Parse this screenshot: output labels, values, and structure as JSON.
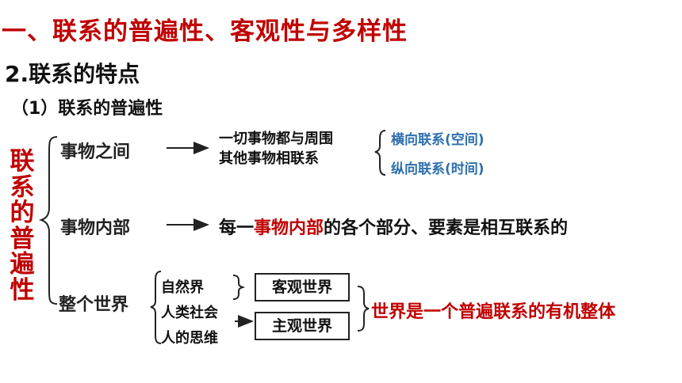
{
  "title": "一、联系的普遍性、客观性与多样性",
  "subtitle": "2.联系的特点",
  "section": "（1）联系的普遍性",
  "vertical_label": "联系的普遍性",
  "between": {
    "label": "事物之间",
    "line1": "一切事物都与周围",
    "line2": "其他事物相联系",
    "horizontal": "横向联系(空间)",
    "vertical": "纵向联系(时间)"
  },
  "internal": {
    "label": "事物内部",
    "prefix": "每一",
    "highlight": "事物内部",
    "suffix": "的各个部分、要素是相互联系的"
  },
  "world": {
    "label": "整个世界",
    "items": [
      "自然界",
      "人类社会",
      "人的思维"
    ],
    "objective": "客观世界",
    "subjective": "主观世界",
    "conclusion": "世界是一个普遍联系的有机整体"
  }
}
